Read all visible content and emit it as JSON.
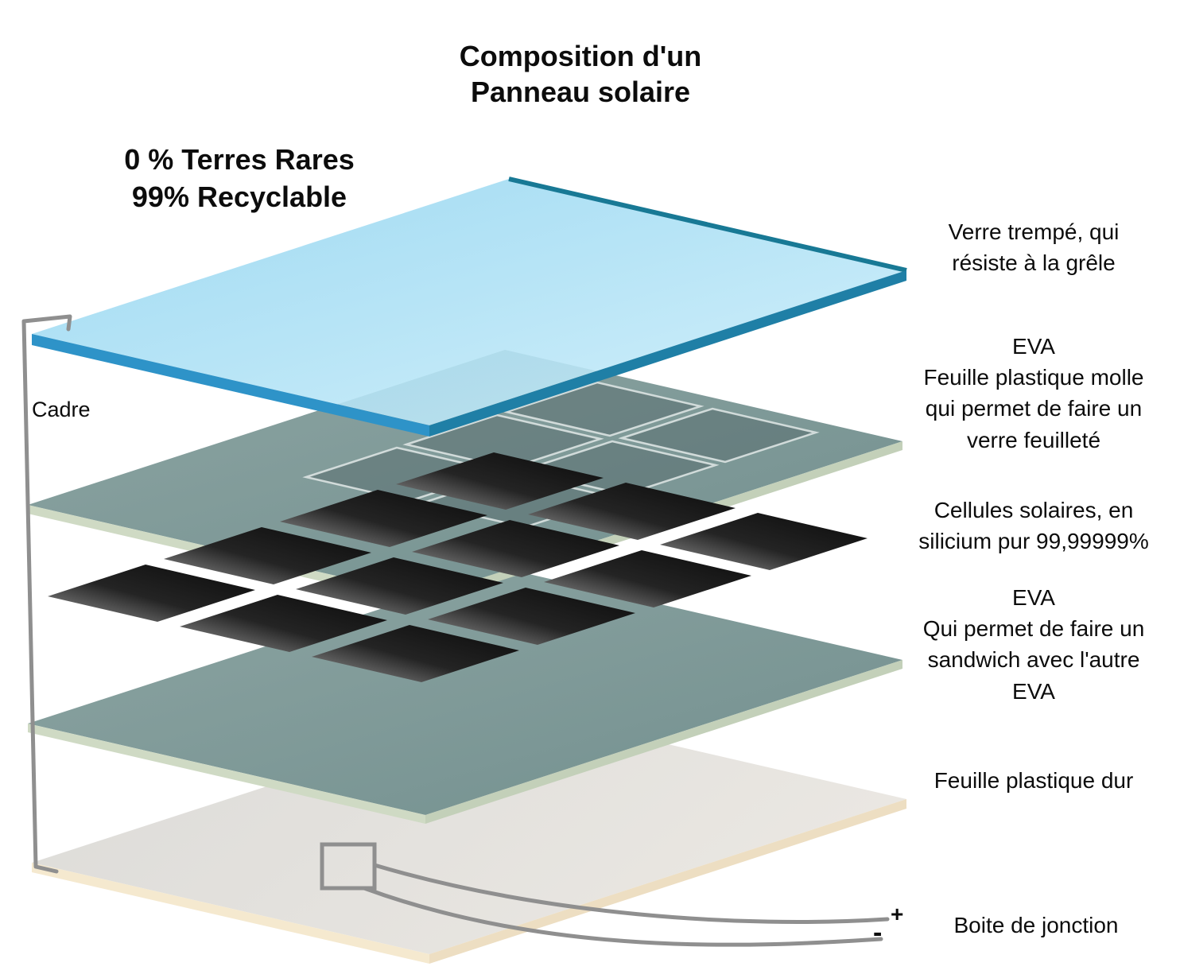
{
  "title": "Composition d'un\nPanneau solaire",
  "claims": "0 % Terres Rares\n99% Recyclable",
  "frame": {
    "label": "Cadre"
  },
  "layers": [
    {
      "name": "verre-trempe",
      "label": "Verre trempé, qui\nrésiste à la grêle"
    },
    {
      "name": "eva-superieur",
      "label": "EVA\nFeuille plastique molle\nqui permet de faire un\nverre feuilleté"
    },
    {
      "name": "cellules-solaires",
      "label": "Cellules solaires, en\nsilicium pur 99,99999%"
    },
    {
      "name": "eva-inferieur",
      "label": "EVA\nQui permet de faire un\nsandwich avec l'autre\nEVA"
    },
    {
      "name": "feuille-plastique-dur",
      "label": "Feuille plastique dur"
    }
  ],
  "junction": {
    "label": "Boite de jonction",
    "plus": "+",
    "minus": "-"
  },
  "colors": {
    "glass_top": "#a9def4",
    "glass_front_edge": "#2e93c8",
    "glass_side_edge": "#1f7fa6",
    "eva_face": "#7e9897",
    "eva_edge": "#cfdac4",
    "cell_dark": "#0a0a0a",
    "cell_light": "#9a9a9a",
    "backsheet_face": "#dedddb",
    "backsheet_edge": "#f5e9cf",
    "frame_line": "#8f8f8f",
    "text": "#0c0c0c"
  }
}
